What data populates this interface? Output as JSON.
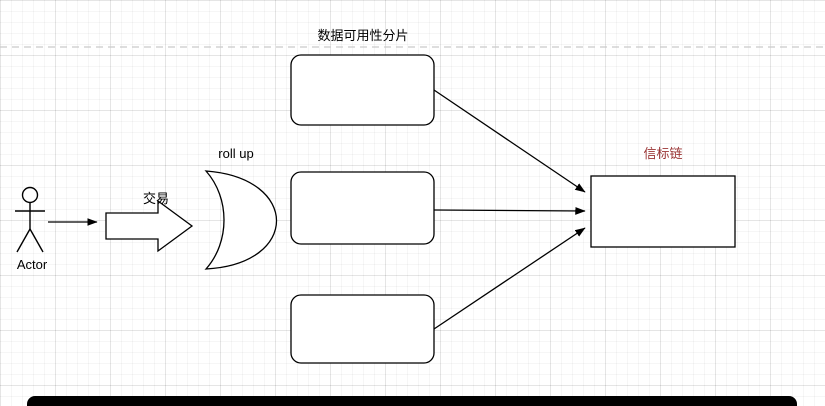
{
  "diagram": {
    "actor": {
      "label": "Actor"
    },
    "transaction": {
      "label": "交易"
    },
    "rollup": {
      "label": "roll up"
    },
    "shards": {
      "title": "数据可用性分片",
      "count": 3
    },
    "beacon": {
      "label": "信标链"
    }
  },
  "colors": {
    "beacon_label": "#993333",
    "stroke": "#000000",
    "shape_fill": "#ffffff",
    "separator": "#c9c9c9"
  }
}
